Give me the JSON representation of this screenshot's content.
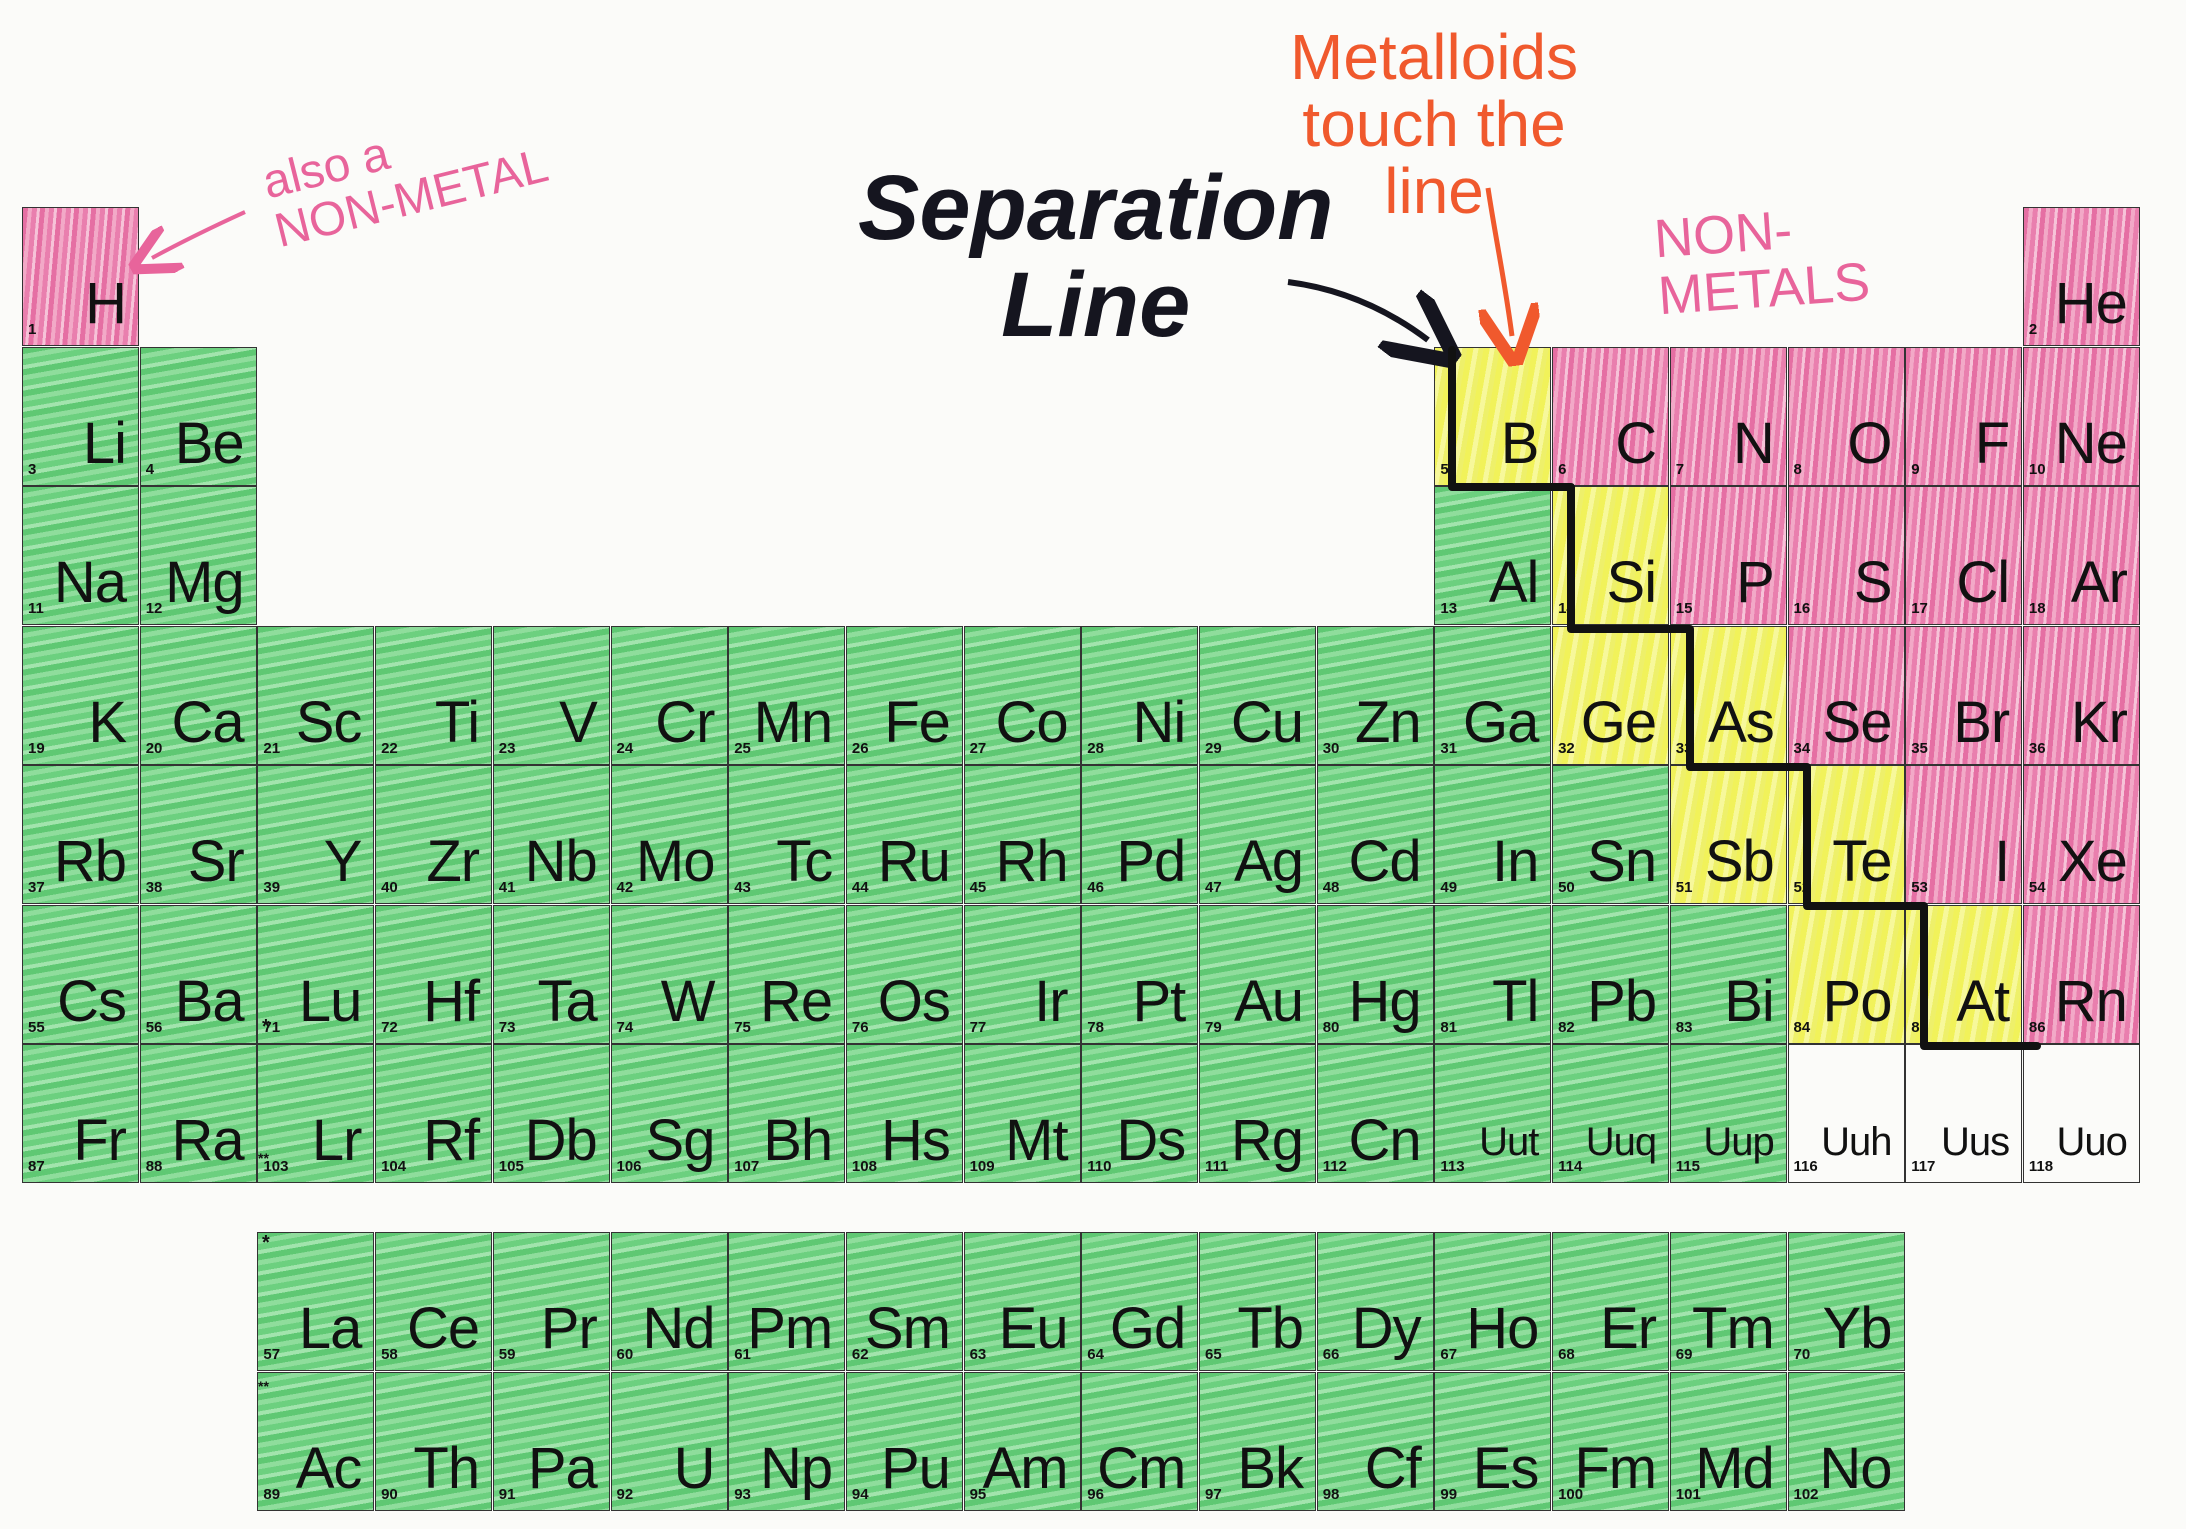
{
  "colors": {
    "metal": "#5fc873",
    "nonmetal": "#e56fa3",
    "metalloid": "#f1f25a",
    "separation_line": "#111111",
    "annotation_pink": "#e8649b",
    "annotation_orange": "#f0592d"
  },
  "annotations": {
    "hydrogen_note": "also a\nNON-METAL",
    "metalloids_note": "Metalloids\ntouch the\nline",
    "separation_note": "Separation\nLine",
    "nonmetals_note": "NON-\nMETALS"
  },
  "markers": {
    "lanthanide_star": "*",
    "actinide_star": "**"
  },
  "elements": [
    {
      "n": "1",
      "s": "H",
      "row": 1,
      "col": 1,
      "c": "nonmetal"
    },
    {
      "n": "2",
      "s": "He",
      "row": 1,
      "col": 18,
      "c": "nonmetal"
    },
    {
      "n": "3",
      "s": "Li",
      "row": 2,
      "col": 1,
      "c": "metal"
    },
    {
      "n": "4",
      "s": "Be",
      "row": 2,
      "col": 2,
      "c": "metal"
    },
    {
      "n": "5",
      "s": "B",
      "row": 2,
      "col": 13,
      "c": "metalloid"
    },
    {
      "n": "6",
      "s": "C",
      "row": 2,
      "col": 14,
      "c": "nonmetal"
    },
    {
      "n": "7",
      "s": "N",
      "row": 2,
      "col": 15,
      "c": "nonmetal"
    },
    {
      "n": "8",
      "s": "O",
      "row": 2,
      "col": 16,
      "c": "nonmetal"
    },
    {
      "n": "9",
      "s": "F",
      "row": 2,
      "col": 17,
      "c": "nonmetal"
    },
    {
      "n": "10",
      "s": "Ne",
      "row": 2,
      "col": 18,
      "c": "nonmetal"
    },
    {
      "n": "11",
      "s": "Na",
      "row": 3,
      "col": 1,
      "c": "metal"
    },
    {
      "n": "12",
      "s": "Mg",
      "row": 3,
      "col": 2,
      "c": "metal"
    },
    {
      "n": "13",
      "s": "Al",
      "row": 3,
      "col": 13,
      "c": "metal"
    },
    {
      "n": "14",
      "s": "Si",
      "row": 3,
      "col": 14,
      "c": "metalloid"
    },
    {
      "n": "15",
      "s": "P",
      "row": 3,
      "col": 15,
      "c": "nonmetal"
    },
    {
      "n": "16",
      "s": "S",
      "row": 3,
      "col": 16,
      "c": "nonmetal"
    },
    {
      "n": "17",
      "s": "Cl",
      "row": 3,
      "col": 17,
      "c": "nonmetal"
    },
    {
      "n": "18",
      "s": "Ar",
      "row": 3,
      "col": 18,
      "c": "nonmetal"
    },
    {
      "n": "19",
      "s": "K",
      "row": 4,
      "col": 1,
      "c": "metal"
    },
    {
      "n": "20",
      "s": "Ca",
      "row": 4,
      "col": 2,
      "c": "metal"
    },
    {
      "n": "21",
      "s": "Sc",
      "row": 4,
      "col": 3,
      "c": "metal"
    },
    {
      "n": "22",
      "s": "Ti",
      "row": 4,
      "col": 4,
      "c": "metal"
    },
    {
      "n": "23",
      "s": "V",
      "row": 4,
      "col": 5,
      "c": "metal"
    },
    {
      "n": "24",
      "s": "Cr",
      "row": 4,
      "col": 6,
      "c": "metal"
    },
    {
      "n": "25",
      "s": "Mn",
      "row": 4,
      "col": 7,
      "c": "metal"
    },
    {
      "n": "26",
      "s": "Fe",
      "row": 4,
      "col": 8,
      "c": "metal"
    },
    {
      "n": "27",
      "s": "Co",
      "row": 4,
      "col": 9,
      "c": "metal"
    },
    {
      "n": "28",
      "s": "Ni",
      "row": 4,
      "col": 10,
      "c": "metal"
    },
    {
      "n": "29",
      "s": "Cu",
      "row": 4,
      "col": 11,
      "c": "metal"
    },
    {
      "n": "30",
      "s": "Zn",
      "row": 4,
      "col": 12,
      "c": "metal"
    },
    {
      "n": "31",
      "s": "Ga",
      "row": 4,
      "col": 13,
      "c": "metal"
    },
    {
      "n": "32",
      "s": "Ge",
      "row": 4,
      "col": 14,
      "c": "metalloid"
    },
    {
      "n": "33",
      "s": "As",
      "row": 4,
      "col": 15,
      "c": "metalloid"
    },
    {
      "n": "34",
      "s": "Se",
      "row": 4,
      "col": 16,
      "c": "nonmetal"
    },
    {
      "n": "35",
      "s": "Br",
      "row": 4,
      "col": 17,
      "c": "nonmetal"
    },
    {
      "n": "36",
      "s": "Kr",
      "row": 4,
      "col": 18,
      "c": "nonmetal"
    },
    {
      "n": "37",
      "s": "Rb",
      "row": 5,
      "col": 1,
      "c": "metal"
    },
    {
      "n": "38",
      "s": "Sr",
      "row": 5,
      "col": 2,
      "c": "metal"
    },
    {
      "n": "39",
      "s": "Y",
      "row": 5,
      "col": 3,
      "c": "metal"
    },
    {
      "n": "40",
      "s": "Zr",
      "row": 5,
      "col": 4,
      "c": "metal"
    },
    {
      "n": "41",
      "s": "Nb",
      "row": 5,
      "col": 5,
      "c": "metal"
    },
    {
      "n": "42",
      "s": "Mo",
      "row": 5,
      "col": 6,
      "c": "metal"
    },
    {
      "n": "43",
      "s": "Tc",
      "row": 5,
      "col": 7,
      "c": "metal"
    },
    {
      "n": "44",
      "s": "Ru",
      "row": 5,
      "col": 8,
      "c": "metal"
    },
    {
      "n": "45",
      "s": "Rh",
      "row": 5,
      "col": 9,
      "c": "metal"
    },
    {
      "n": "46",
      "s": "Pd",
      "row": 5,
      "col": 10,
      "c": "metal"
    },
    {
      "n": "47",
      "s": "Ag",
      "row": 5,
      "col": 11,
      "c": "metal"
    },
    {
      "n": "48",
      "s": "Cd",
      "row": 5,
      "col": 12,
      "c": "metal"
    },
    {
      "n": "49",
      "s": "In",
      "row": 5,
      "col": 13,
      "c": "metal"
    },
    {
      "n": "50",
      "s": "Sn",
      "row": 5,
      "col": 14,
      "c": "metal"
    },
    {
      "n": "51",
      "s": "Sb",
      "row": 5,
      "col": 15,
      "c": "metalloid"
    },
    {
      "n": "52",
      "s": "Te",
      "row": 5,
      "col": 16,
      "c": "metalloid"
    },
    {
      "n": "53",
      "s": "I",
      "row": 5,
      "col": 17,
      "c": "nonmetal"
    },
    {
      "n": "54",
      "s": "Xe",
      "row": 5,
      "col": 18,
      "c": "nonmetal"
    },
    {
      "n": "55",
      "s": "Cs",
      "row": 6,
      "col": 1,
      "c": "metal"
    },
    {
      "n": "56",
      "s": "Ba",
      "row": 6,
      "col": 2,
      "c": "metal"
    },
    {
      "n": "71",
      "s": "Lu",
      "row": 6,
      "col": 3,
      "c": "metal"
    },
    {
      "n": "72",
      "s": "Hf",
      "row": 6,
      "col": 4,
      "c": "metal"
    },
    {
      "n": "73",
      "s": "Ta",
      "row": 6,
      "col": 5,
      "c": "metal"
    },
    {
      "n": "74",
      "s": "W",
      "row": 6,
      "col": 6,
      "c": "metal"
    },
    {
      "n": "75",
      "s": "Re",
      "row": 6,
      "col": 7,
      "c": "metal"
    },
    {
      "n": "76",
      "s": "Os",
      "row": 6,
      "col": 8,
      "c": "metal"
    },
    {
      "n": "77",
      "s": "Ir",
      "row": 6,
      "col": 9,
      "c": "metal"
    },
    {
      "n": "78",
      "s": "Pt",
      "row": 6,
      "col": 10,
      "c": "metal"
    },
    {
      "n": "79",
      "s": "Au",
      "row": 6,
      "col": 11,
      "c": "metal"
    },
    {
      "n": "80",
      "s": "Hg",
      "row": 6,
      "col": 12,
      "c": "metal"
    },
    {
      "n": "81",
      "s": "Tl",
      "row": 6,
      "col": 13,
      "c": "metal"
    },
    {
      "n": "82",
      "s": "Pb",
      "row": 6,
      "col": 14,
      "c": "metal"
    },
    {
      "n": "83",
      "s": "Bi",
      "row": 6,
      "col": 15,
      "c": "metal"
    },
    {
      "n": "84",
      "s": "Po",
      "row": 6,
      "col": 16,
      "c": "metalloid"
    },
    {
      "n": "85",
      "s": "At",
      "row": 6,
      "col": 17,
      "c": "metalloid"
    },
    {
      "n": "86",
      "s": "Rn",
      "row": 6,
      "col": 18,
      "c": "nonmetal"
    },
    {
      "n": "87",
      "s": "Fr",
      "row": 7,
      "col": 1,
      "c": "metal"
    },
    {
      "n": "88",
      "s": "Ra",
      "row": 7,
      "col": 2,
      "c": "metal"
    },
    {
      "n": "103",
      "s": "Lr",
      "row": 7,
      "col": 3,
      "c": "metal"
    },
    {
      "n": "104",
      "s": "Rf",
      "row": 7,
      "col": 4,
      "c": "metal"
    },
    {
      "n": "105",
      "s": "Db",
      "row": 7,
      "col": 5,
      "c": "metal"
    },
    {
      "n": "106",
      "s": "Sg",
      "row": 7,
      "col": 6,
      "c": "metal"
    },
    {
      "n": "107",
      "s": "Bh",
      "row": 7,
      "col": 7,
      "c": "metal"
    },
    {
      "n": "108",
      "s": "Hs",
      "row": 7,
      "col": 8,
      "c": "metal"
    },
    {
      "n": "109",
      "s": "Mt",
      "row": 7,
      "col": 9,
      "c": "metal"
    },
    {
      "n": "110",
      "s": "Ds",
      "row": 7,
      "col": 10,
      "c": "metal"
    },
    {
      "n": "111",
      "s": "Rg",
      "row": 7,
      "col": 11,
      "c": "metal"
    },
    {
      "n": "112",
      "s": "Cn",
      "row": 7,
      "col": 12,
      "c": "metal"
    },
    {
      "n": "113",
      "s": "Uut",
      "row": 7,
      "col": 13,
      "c": "metal"
    },
    {
      "n": "114",
      "s": "Uuq",
      "row": 7,
      "col": 14,
      "c": "metal"
    },
    {
      "n": "115",
      "s": "Uup",
      "row": 7,
      "col": 15,
      "c": "metal"
    },
    {
      "n": "116",
      "s": "Uuh",
      "row": 7,
      "col": 16,
      "c": "none"
    },
    {
      "n": "117",
      "s": "Uus",
      "row": 7,
      "col": 17,
      "c": "none"
    },
    {
      "n": "118",
      "s": "Uuo",
      "row": 7,
      "col": 18,
      "c": "none"
    },
    {
      "n": "57",
      "s": "La",
      "row": 9,
      "col": 3,
      "c": "metal"
    },
    {
      "n": "58",
      "s": "Ce",
      "row": 9,
      "col": 4,
      "c": "metal"
    },
    {
      "n": "59",
      "s": "Pr",
      "row": 9,
      "col": 5,
      "c": "metal"
    },
    {
      "n": "60",
      "s": "Nd",
      "row": 9,
      "col": 6,
      "c": "metal"
    },
    {
      "n": "61",
      "s": "Pm",
      "row": 9,
      "col": 7,
      "c": "metal"
    },
    {
      "n": "62",
      "s": "Sm",
      "row": 9,
      "col": 8,
      "c": "metal"
    },
    {
      "n": "63",
      "s": "Eu",
      "row": 9,
      "col": 9,
      "c": "metal"
    },
    {
      "n": "64",
      "s": "Gd",
      "row": 9,
      "col": 10,
      "c": "metal"
    },
    {
      "n": "65",
      "s": "Tb",
      "row": 9,
      "col": 11,
      "c": "metal"
    },
    {
      "n": "66",
      "s": "Dy",
      "row": 9,
      "col": 12,
      "c": "metal"
    },
    {
      "n": "67",
      "s": "Ho",
      "row": 9,
      "col": 13,
      "c": "metal"
    },
    {
      "n": "68",
      "s": "Er",
      "row": 9,
      "col": 14,
      "c": "metal"
    },
    {
      "n": "69",
      "s": "Tm",
      "row": 9,
      "col": 15,
      "c": "metal"
    },
    {
      "n": "70",
      "s": "Yb",
      "row": 9,
      "col": 16,
      "c": "metal"
    },
    {
      "n": "89",
      "s": "Ac",
      "row": 10,
      "col": 3,
      "c": "metal"
    },
    {
      "n": "90",
      "s": "Th",
      "row": 10,
      "col": 4,
      "c": "metal"
    },
    {
      "n": "91",
      "s": "Pa",
      "row": 10,
      "col": 5,
      "c": "metal"
    },
    {
      "n": "92",
      "s": "U",
      "row": 10,
      "col": 6,
      "c": "metal"
    },
    {
      "n": "93",
      "s": "Np",
      "row": 10,
      "col": 7,
      "c": "metal"
    },
    {
      "n": "94",
      "s": "Pu",
      "row": 10,
      "col": 8,
      "c": "metal"
    },
    {
      "n": "95",
      "s": "Am",
      "row": 10,
      "col": 9,
      "c": "metal"
    },
    {
      "n": "96",
      "s": "Cm",
      "row": 10,
      "col": 10,
      "c": "metal"
    },
    {
      "n": "97",
      "s": "Bk",
      "row": 10,
      "col": 11,
      "c": "metal"
    },
    {
      "n": "98",
      "s": "Cf",
      "row": 10,
      "col": 12,
      "c": "metal"
    },
    {
      "n": "99",
      "s": "Es",
      "row": 10,
      "col": 13,
      "c": "metal"
    },
    {
      "n": "100",
      "s": "Fm",
      "row": 10,
      "col": 14,
      "c": "metal"
    },
    {
      "n": "101",
      "s": "Md",
      "row": 10,
      "col": 15,
      "c": "metal"
    },
    {
      "n": "102",
      "s": "No",
      "row": 10,
      "col": 16,
      "c": "metal"
    }
  ]
}
